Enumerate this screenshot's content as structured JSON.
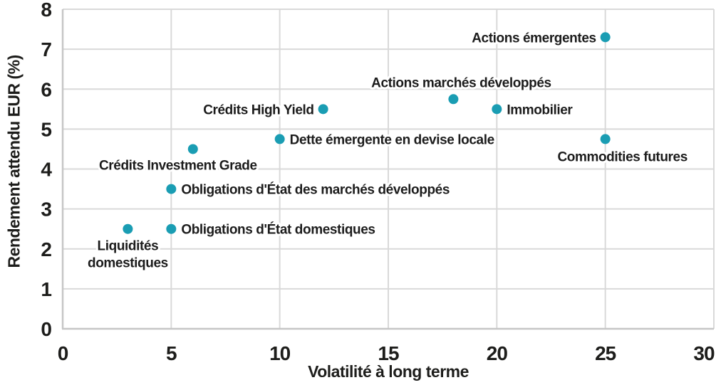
{
  "chart_data": {
    "type": "scatter",
    "title": "",
    "xlabel": "Volatilité à long terme",
    "ylabel": "Rendement attendu EUR (%)",
    "xlim": [
      0,
      30
    ],
    "ylim": [
      0,
      8
    ],
    "x_ticks": [
      0,
      5,
      10,
      15,
      20,
      25,
      30
    ],
    "y_ticks": [
      0,
      1,
      2,
      3,
      4,
      5,
      6,
      7,
      8
    ],
    "grid": true,
    "legend": "none",
    "point_color": "#1A9DB3",
    "points": [
      {
        "label": "Liquidités domestiques",
        "label_lines": [
          "Liquidités",
          "domestiques"
        ],
        "x": 3,
        "y": 2.5,
        "label_position": "below"
      },
      {
        "label": "Obligations d'État domestiques",
        "x": 5,
        "y": 2.5,
        "label_position": "right"
      },
      {
        "label": "Obligations d'État des marchés développés",
        "x": 5,
        "y": 3.5,
        "label_position": "right"
      },
      {
        "label": "Crédits Investment Grade",
        "x": 6,
        "y": 4.5,
        "label_position": "below-left"
      },
      {
        "label": "Dette émergente en devise locale",
        "x": 10,
        "y": 4.75,
        "label_position": "right"
      },
      {
        "label": "Crédits High Yield",
        "x": 12,
        "y": 5.5,
        "label_position": "left"
      },
      {
        "label": "Actions marchés développés",
        "x": 18,
        "y": 5.75,
        "label_position": "above"
      },
      {
        "label": "Immobilier",
        "x": 20,
        "y": 5.5,
        "label_position": "right"
      },
      {
        "label": "Commodities futures",
        "x": 25,
        "y": 4.75,
        "label_position": "below-right"
      },
      {
        "label": "Actions émergentes",
        "x": 25,
        "y": 7.3,
        "label_position": "left"
      }
    ]
  },
  "colors": {
    "point": "#1A9DB3",
    "gridline": "#D9D9D9",
    "axis_line": "#C6C6C6",
    "text": "#1D1D1B"
  }
}
